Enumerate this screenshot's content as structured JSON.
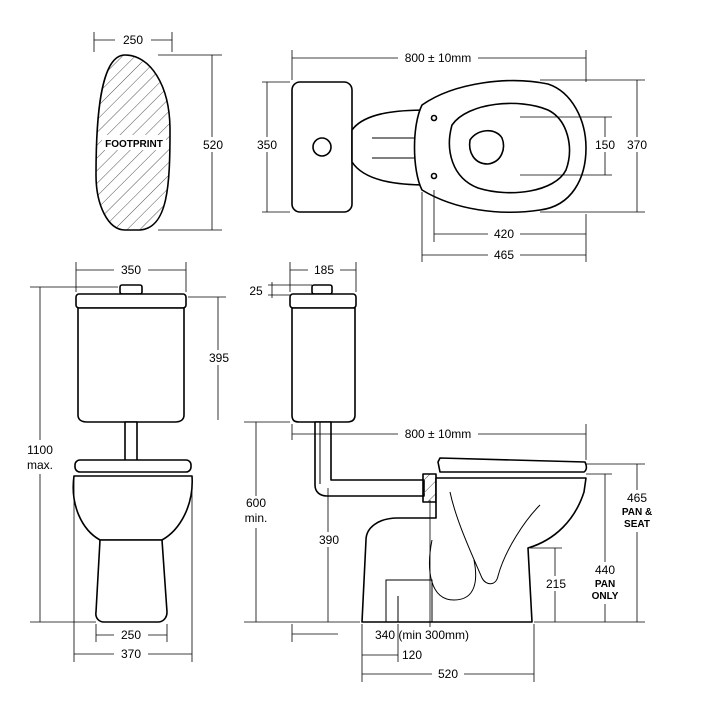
{
  "colors": {
    "line": "#000000",
    "background": "#ffffff",
    "hatch": "#555555"
  },
  "footprint": {
    "label": "FOOTPRINT",
    "width": "250",
    "length": "520"
  },
  "plan": {
    "overall": "800 ± 10mm",
    "cistern_depth": "350",
    "seat_opening": "150",
    "bowl_width": "370",
    "seat_length": "420",
    "pan_length": "465"
  },
  "front": {
    "cistern_width": "350",
    "cistern_height": "395",
    "height_max_value": "1100",
    "height_max_note": "max.",
    "pan_base": "250",
    "pan_width": "370"
  },
  "side": {
    "cistern_depth": "185",
    "button": "25",
    "overall": "800 ± 10mm",
    "cistern_bottom_value": "600",
    "cistern_bottom_note": "min.",
    "inlet": "390",
    "outlet": "215",
    "seat_height_value": "465",
    "seat_height_note_1": "PAN &",
    "seat_height_note_2": "SEAT",
    "pan_height_value": "440",
    "pan_height_note_1": "PAN",
    "pan_height_note_2": "ONLY",
    "setout": "340 (min 300mm)",
    "foot": "120",
    "pan_length": "520"
  }
}
